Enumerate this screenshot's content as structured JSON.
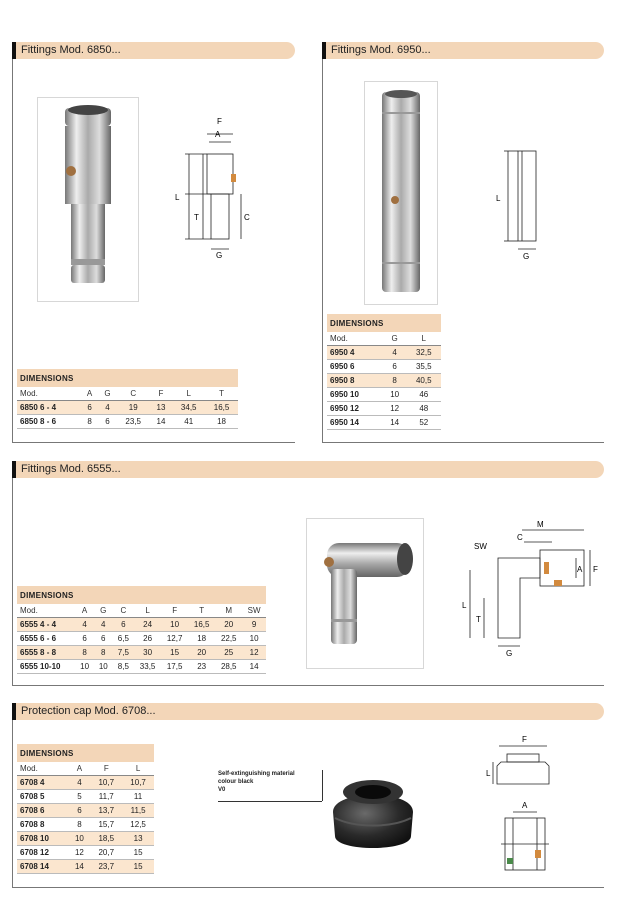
{
  "sections": {
    "s6850": {
      "title": "Fittings Mod. 6850..."
    },
    "s6950": {
      "title": "Fittings Mod. 6950..."
    },
    "s6555": {
      "title": "Fittings Mod. 6555..."
    },
    "s6708": {
      "title": "Protection cap Mod. 6708..."
    }
  },
  "tables": {
    "t6850": {
      "header": "DIMENSIONS",
      "columns": [
        "Mod.",
        "A",
        "G",
        "C",
        "F",
        "L",
        "T"
      ],
      "rows": [
        [
          "6850 6 - 4",
          "6",
          "4",
          "19",
          "13",
          "34,5",
          "16,5"
        ],
        [
          "6850 8 - 6",
          "8",
          "6",
          "23,5",
          "14",
          "41",
          "18"
        ]
      ]
    },
    "t6950": {
      "header": "DIMENSIONS",
      "columns": [
        "Mod.",
        "G",
        "L"
      ],
      "rows": [
        [
          "6950  4",
          "4",
          "32,5"
        ],
        [
          "6950  6",
          "6",
          "35,5"
        ],
        [
          "6950  8",
          "8",
          "40,5"
        ],
        [
          "6950  10",
          "10",
          "46"
        ],
        [
          "6950  12",
          "12",
          "48"
        ],
        [
          "6950  14",
          "14",
          "52"
        ]
      ]
    },
    "t6555": {
      "header": "DIMENSIONS",
      "columns": [
        "Mod.",
        "A",
        "G",
        "C",
        "L",
        "F",
        "T",
        "M",
        "SW"
      ],
      "rows": [
        [
          "6555  4 - 4",
          "4",
          "4",
          "6",
          "24",
          "10",
          "16,5",
          "20",
          "9"
        ],
        [
          "6555  6 - 6",
          "6",
          "6",
          "6,5",
          "26",
          "12,7",
          "18",
          "22,5",
          "10"
        ],
        [
          "6555  8 - 8",
          "8",
          "8",
          "7,5",
          "30",
          "15",
          "20",
          "25",
          "12"
        ],
        [
          "6555 10-10",
          "10",
          "10",
          "8,5",
          "33,5",
          "17,5",
          "23",
          "28,5",
          "14"
        ]
      ]
    },
    "t6708": {
      "header": "DIMENSIONS",
      "columns": [
        "Mod.",
        "A",
        "F",
        "L"
      ],
      "rows": [
        [
          "6708   4",
          "4",
          "10,7",
          "10,7"
        ],
        [
          "6708   5",
          "5",
          "11,7",
          "11"
        ],
        [
          "6708   6",
          "6",
          "13,7",
          "11,5"
        ],
        [
          "6708   8",
          "8",
          "15,7",
          "12,5"
        ],
        [
          "6708  10",
          "10",
          "18,5",
          "13"
        ],
        [
          "6708  12",
          "12",
          "20,7",
          "15"
        ],
        [
          "6708  14",
          "14",
          "23,7",
          "15"
        ]
      ]
    }
  },
  "note6708": {
    "line1": "Self-extinguishing material",
    "line2": "colour black",
    "line3": "V0"
  },
  "drawing_labels": {
    "d6850": {
      "F": "F",
      "A": "A",
      "L": "L",
      "T": "T",
      "C": "C",
      "G": "G"
    },
    "d6950": {
      "L": "L",
      "G": "G"
    },
    "d6555": {
      "M": "M",
      "C": "C",
      "SW": "SW",
      "A": "A",
      "F": "F",
      "L": "L",
      "T": "T",
      "G": "G"
    },
    "d6708": {
      "F": "F",
      "L": "L",
      "A": "A"
    }
  },
  "colors": {
    "section_bar": "#f3d6b8",
    "table_highlight": "#fbe6cf"
  }
}
